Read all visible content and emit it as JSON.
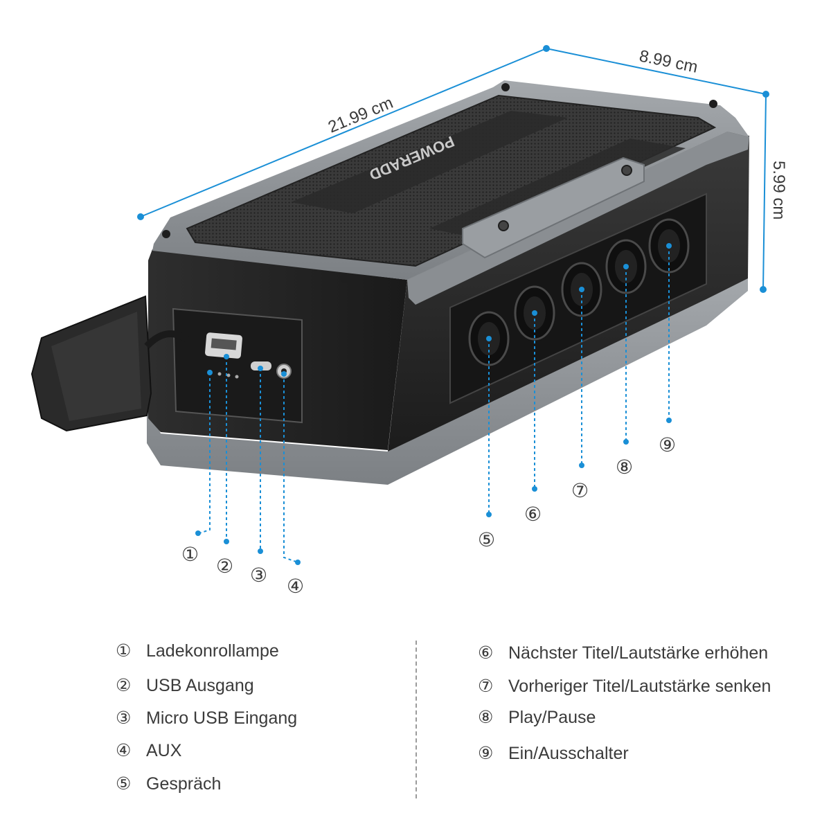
{
  "dimensions": {
    "length": "21.99 cm",
    "width": "8.99 cm",
    "height": "5.99 cm"
  },
  "brand": "POWERADD",
  "callout_numbers": [
    "①",
    "②",
    "③",
    "④",
    "⑤",
    "⑥",
    "⑦",
    "⑧",
    "⑨"
  ],
  "legend": {
    "left": [
      {
        "num": "①",
        "label": "Ladekonrollampe"
      },
      {
        "num": "②",
        "label": "USB Ausgang"
      },
      {
        "num": "③",
        "label": "Micro USB Eingang"
      },
      {
        "num": "④",
        "label": "AUX"
      },
      {
        "num": "⑤",
        "label": "Gespräch"
      }
    ],
    "right": [
      {
        "num": "⑥",
        "label": "Nächster Titel/Lautstärke erhöhen"
      },
      {
        "num": "⑦",
        "label": "Vorheriger Titel/Lautstärke senken"
      },
      {
        "num": "⑧",
        "label": "Play/Pause"
      },
      {
        "num": "⑨",
        "label": "Ein/Ausschalter"
      }
    ]
  },
  "colors": {
    "accent": "#1a8fd6",
    "body_dark": "#2b2b2b",
    "body_grey": "#8e9296",
    "text": "#3b3b3b"
  }
}
